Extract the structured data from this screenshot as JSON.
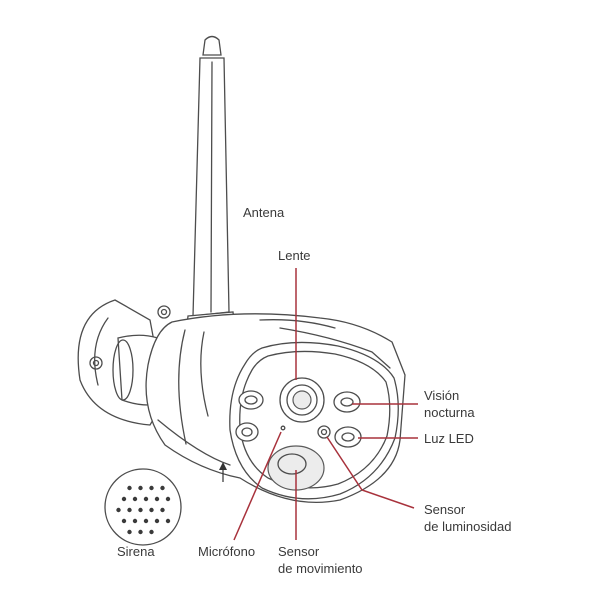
{
  "labels": {
    "antenna": "Antena",
    "lens": "Lente",
    "night_vision": [
      "Visión",
      "nocturna"
    ],
    "led_light": "Luz LED",
    "light_sensor": [
      "Sensor",
      "de luminosidad"
    ],
    "siren": "Sirena",
    "microphone": "Micrófono",
    "motion_sensor": [
      "Sensor",
      "de movimiento"
    ]
  },
  "colors": {
    "leader_line": "#a8323c",
    "outline": "#4d4d4d"
  }
}
